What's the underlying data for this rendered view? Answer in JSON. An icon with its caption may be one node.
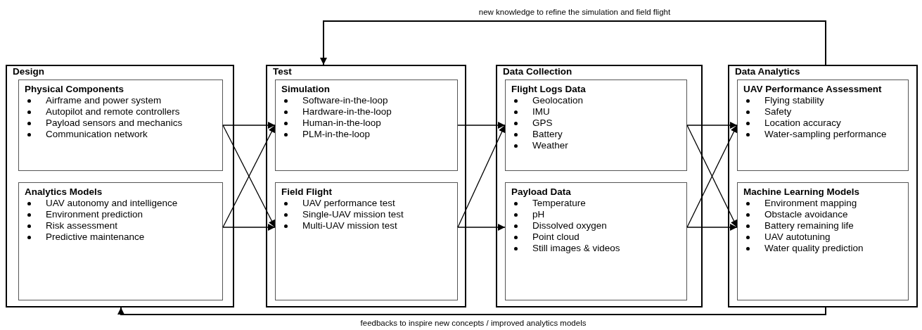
{
  "diagram": {
    "nodes": [
      {
        "text": [
          "Design"
        ]
      },
      {
        "text": [
          "Physical Components",
          "Airframe and power system",
          "Autopilot and remote controllers",
          "Payload sensors and mechanics",
          "Communication network"
        ],
        "in": 0
      },
      {
        "text": [
          "Analytics Models",
          "UAV autonomy and intelligence",
          "Environment prediction",
          "Risk assessment",
          "Predictive maintenance"
        ],
        "in": 0
      },
      {
        "text": [
          "Test"
        ]
      },
      {
        "text": [
          "Simulation",
          "Software-in-the-loop",
          "Hardware-in-the-loop",
          "Human-in-the-loop",
          "PLM-in-the-loop"
        ],
        "in": 3
      },
      {
        "text": [
          "Field Flight",
          "UAV performance test",
          "Single-UAV mission test",
          "Multi-UAV mission test"
        ],
        "in": 3
      },
      {
        "text": [
          "Data Collection"
        ]
      },
      {
        "text": [
          "Flight Logs Data",
          "Geolocation",
          "IMU",
          "GPS",
          "Battery",
          "Weather"
        ],
        "in": 6
      },
      {
        "text": [
          "Payload Data",
          "Temperature",
          "pH",
          "Dissolved oxygen",
          "Point cloud",
          "Still images & videos"
        ],
        "in": 6
      },
      {
        "text": [
          "Data Analytics"
        ]
      },
      {
        "text": [
          "UAV Performance Assessment",
          "Flying stability",
          "Safety",
          "Location accuracy",
          "Water-sampling performance"
        ],
        "in": 9
      },
      {
        "text": [
          "Machine Learning Models",
          "Environment mapping",
          "Obstacle avoidance",
          "Battery remaining life",
          "UAV autotuning",
          "Water quality prediction"
        ],
        "in": 9
      }
    ],
    "edges": [
      {
        "from": 1,
        "to": 4,
        "arrow": "to"
      },
      {
        "from": 1,
        "to": 5,
        "arrow": "to"
      },
      {
        "from": 2,
        "to": 4,
        "arrow": "to"
      },
      {
        "from": 2,
        "to": 5,
        "arrow": "to"
      },
      {
        "from": 4,
        "to": 7,
        "arrow": "to"
      },
      {
        "from": 5,
        "to": 7,
        "arrow": "to"
      },
      {
        "from": 5,
        "to": 8,
        "arrow": "to"
      },
      {
        "from": 7,
        "to": 10,
        "arrow": "to"
      },
      {
        "from": 7,
        "to": 11,
        "arrow": "to"
      },
      {
        "from": 8,
        "to": 10,
        "arrow": "to"
      },
      {
        "from": 8,
        "to": 11,
        "arrow": "to"
      },
      {
        "from": 9,
        "to": 3,
        "arrow": "to",
        "label": "new knowledge to refine the simulation and field flight"
      },
      {
        "from": 9,
        "to": 0,
        "arrow": "to",
        "label": "feedbacks to inspire new concepts / improved analytics models"
      }
    ]
  }
}
